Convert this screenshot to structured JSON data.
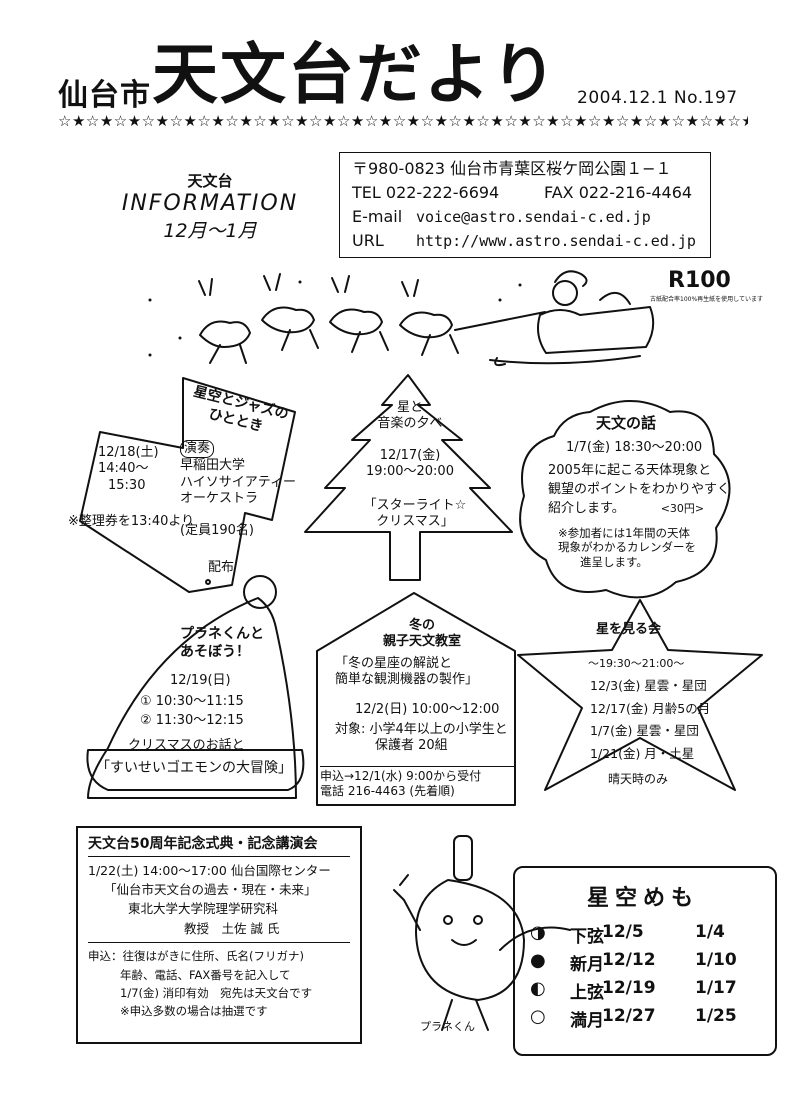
{
  "header": {
    "title_prefix": "仙台市",
    "title_main": "天文台だより",
    "issue": "2004.12.1  No.197",
    "stars": "☆★☆★☆★☆★☆★☆★☆★☆★☆★☆★☆★☆★☆★☆★☆★☆★☆★☆★☆★☆★☆★☆★☆★☆★☆★☆★☆★☆★☆★☆★☆★"
  },
  "info": {
    "line1": "天文台",
    "line2": "INFORMATION",
    "line3": "12月〜1月"
  },
  "contact": {
    "address": "〒980-0823  仙台市青葉区桜ケ岡公園１−１",
    "tel": "TEL 022-222-6694",
    "fax": "FAX 022-216-4464",
    "email_label": "E-mail",
    "email": "voice@astro.sendai-c.ed.jp",
    "url_label": "URL",
    "url": "http://www.astro.sendai-c.ed.jp"
  },
  "recycle": {
    "mark": "R100",
    "note": "古紙配合率100%再生紙を使用しています"
  },
  "jazz": {
    "title1": "星空とジャズの",
    "title2": "ひととき",
    "date": "12/18(土)",
    "time1": "14:40〜",
    "time2": "15:30",
    "perf_label": "演奏",
    "perf1": "早稲田大学",
    "perf2": "ハイソサイアティー",
    "perf3": "オーケストラ",
    "capacity": "(定員190名)",
    "ticket": "※整理券を13:40より",
    "ticket2": "配布"
  },
  "music": {
    "title1": "星と",
    "title2": "音楽の夕べ",
    "date": "12/17(金)",
    "time": "19:00〜20:00",
    "program1": "「スターライト☆",
    "program2": "クリスマス」"
  },
  "talk": {
    "title": "天文の話",
    "date": "1/7(金) 18:30〜20:00",
    "desc1": "2005年に起こる天体現象と",
    "desc2": "観望のポイントをわかりやすく",
    "desc3": "紹介します。",
    "fee": "<30円>",
    "note1": "※参加者には1年間の天体",
    "note2": "現象がわかるカレンダーを",
    "note3": "進呈します。"
  },
  "plane": {
    "title1": "プラネくんと",
    "title2": "あそぼう！",
    "date": "12/19(日)",
    "s1": "① 10:30〜11:15",
    "s2": "② 11:30〜12:15",
    "desc": "クリスマスのお話と",
    "program": "「すいせいゴエモンの大冒険」"
  },
  "family": {
    "title1": "冬の",
    "title2": "親子天文教室",
    "p1": "「冬の星座の解説と",
    "p2": "簡単な観測機器の製作」",
    "date": "12/2(日) 10:00〜12:00",
    "target1": "対象: 小学4年以上の小学生と",
    "target2": "保護者 20組",
    "apply": "申込→12/1(水) 9:00から受付",
    "tel": "電話 216-4463 (先着順)"
  },
  "observe": {
    "title": "星を見る会",
    "time": "〜19:30〜21:00〜",
    "r1": "12/3(金) 星雲・星団",
    "r2": "12/17(金) 月齢5の月",
    "r3": "1/7(金) 星雲・星団",
    "r4": "1/21(金) 月・土星",
    "note": "晴天時のみ"
  },
  "lecture": {
    "title": "天文台50周年記念式典・記念講演会",
    "date": "1/22(土) 14:00〜17:00 仙台国際センター",
    "topic": "「仙台市天文台の過去・現在・未来」",
    "speaker1": "東北大学大学院理学研究科",
    "speaker2": "教授　土佐 誠 氏",
    "apply1": "申込：往復はがきに住所、氏名(フリガナ)",
    "apply2": "年齢、電話、FAX番号を記入して",
    "apply3": "1/7(金) 消印有効　宛先は天文台です",
    "apply4": "※申込多数の場合は抽選です"
  },
  "mascot": {
    "name": "プラネくん"
  },
  "memo": {
    "title": "星空めも",
    "rows": [
      {
        "icon": "◑",
        "name": "下弦",
        "d1": "12/5",
        "d2": "1/4"
      },
      {
        "icon": "●",
        "name": "新月",
        "d1": "12/12",
        "d2": "1/10"
      },
      {
        "icon": "◐",
        "name": "上弦",
        "d1": "12/19",
        "d2": "1/17"
      },
      {
        "icon": "○",
        "name": "満月",
        "d1": "12/27",
        "d2": "1/25"
      }
    ]
  }
}
